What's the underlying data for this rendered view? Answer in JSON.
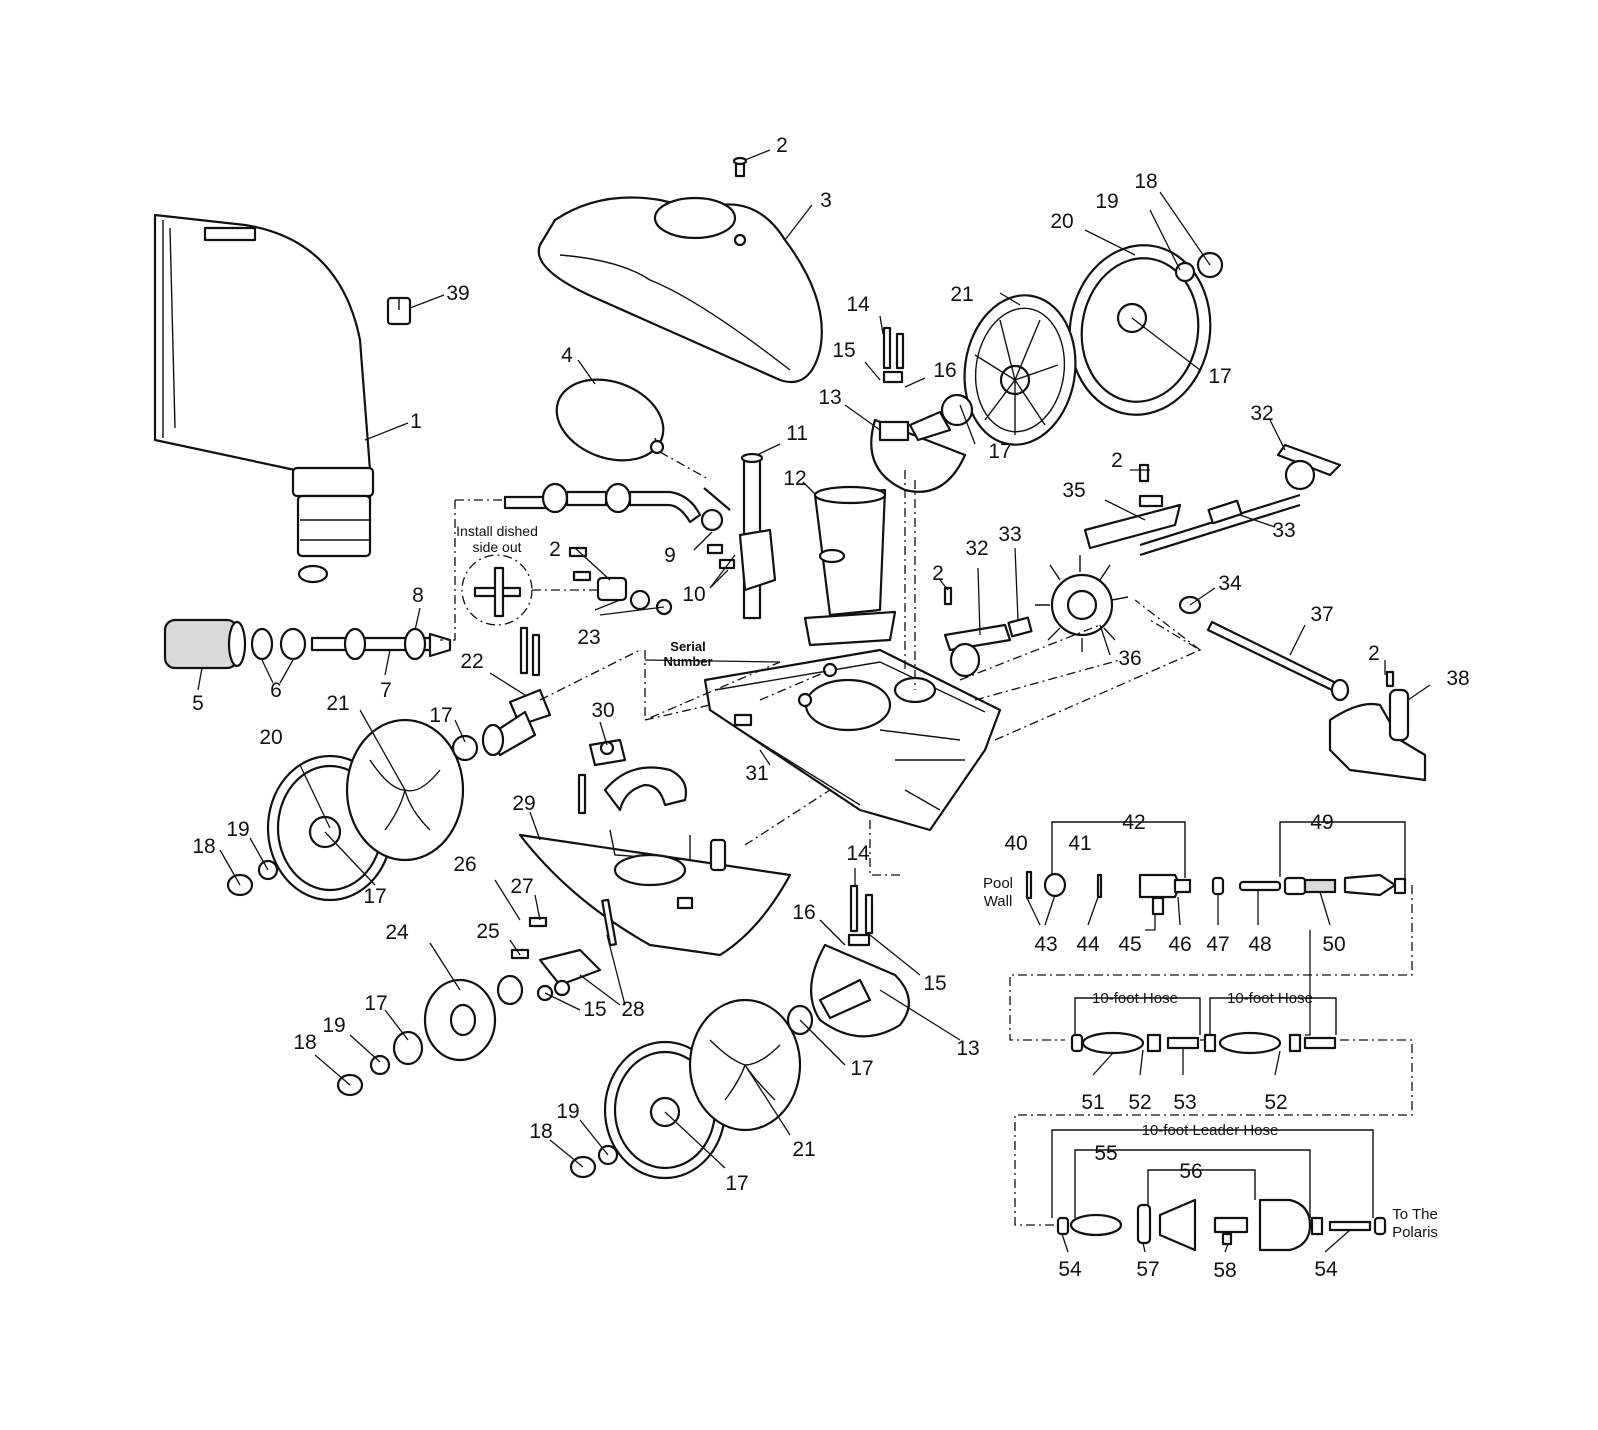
{
  "callouts": [
    {
      "id": "c1",
      "text": "1"
    },
    {
      "id": "c2a",
      "text": "2"
    },
    {
      "id": "c3",
      "text": "3"
    },
    {
      "id": "c4",
      "text": "4"
    },
    {
      "id": "c5",
      "text": "5"
    },
    {
      "id": "c6",
      "text": "6"
    },
    {
      "id": "c7",
      "text": "7"
    },
    {
      "id": "c8",
      "text": "8"
    },
    {
      "id": "c9",
      "text": "9"
    },
    {
      "id": "c10",
      "text": "10"
    },
    {
      "id": "c11",
      "text": "11"
    },
    {
      "id": "c12",
      "text": "12"
    },
    {
      "id": "c13a",
      "text": "13"
    },
    {
      "id": "c13b",
      "text": "13"
    },
    {
      "id": "c14a",
      "text": "14"
    },
    {
      "id": "c14b",
      "text": "14"
    },
    {
      "id": "c15a",
      "text": "15"
    },
    {
      "id": "c15b",
      "text": "15"
    },
    {
      "id": "c15c",
      "text": "15"
    },
    {
      "id": "c16a",
      "text": "16"
    },
    {
      "id": "c16b",
      "text": "16"
    },
    {
      "id": "c17a",
      "text": "17"
    },
    {
      "id": "c17b",
      "text": "17"
    },
    {
      "id": "c17c",
      "text": "17"
    },
    {
      "id": "c17d",
      "text": "17"
    },
    {
      "id": "c17e",
      "text": "17"
    },
    {
      "id": "c17f",
      "text": "17"
    },
    {
      "id": "c17g",
      "text": "17"
    },
    {
      "id": "c18a",
      "text": "18"
    },
    {
      "id": "c18b",
      "text": "18"
    },
    {
      "id": "c18c",
      "text": "18"
    },
    {
      "id": "c18d",
      "text": "18"
    },
    {
      "id": "c19a",
      "text": "19"
    },
    {
      "id": "c19b",
      "text": "19"
    },
    {
      "id": "c19c",
      "text": "19"
    },
    {
      "id": "c19d",
      "text": "19"
    },
    {
      "id": "c20a",
      "text": "20"
    },
    {
      "id": "c20b",
      "text": "20"
    },
    {
      "id": "c21a",
      "text": "21"
    },
    {
      "id": "c21b",
      "text": "21"
    },
    {
      "id": "c21c",
      "text": "21"
    },
    {
      "id": "c22",
      "text": "22"
    },
    {
      "id": "c23",
      "text": "23"
    },
    {
      "id": "c24",
      "text": "24"
    },
    {
      "id": "c25",
      "text": "25"
    },
    {
      "id": "c26",
      "text": "26"
    },
    {
      "id": "c27",
      "text": "27"
    },
    {
      "id": "c28",
      "text": "28"
    },
    {
      "id": "c29",
      "text": "29"
    },
    {
      "id": "c30",
      "text": "30"
    },
    {
      "id": "c31",
      "text": "31"
    },
    {
      "id": "c2b",
      "text": "2"
    },
    {
      "id": "c2c",
      "text": "2"
    },
    {
      "id": "c2d",
      "text": "2"
    },
    {
      "id": "c2e",
      "text": "2"
    },
    {
      "id": "c32a",
      "text": "32"
    },
    {
      "id": "c32b",
      "text": "32"
    },
    {
      "id": "c33a",
      "text": "33"
    },
    {
      "id": "c33b",
      "text": "33"
    },
    {
      "id": "c34",
      "text": "34"
    },
    {
      "id": "c35",
      "text": "35"
    },
    {
      "id": "c36",
      "text": "36"
    },
    {
      "id": "c37",
      "text": "37"
    },
    {
      "id": "c38",
      "text": "38"
    },
    {
      "id": "c39",
      "text": "39"
    },
    {
      "id": "c40",
      "text": "40"
    },
    {
      "id": "c41",
      "text": "41"
    },
    {
      "id": "c42",
      "text": "42"
    },
    {
      "id": "c43",
      "text": "43"
    },
    {
      "id": "c44",
      "text": "44"
    },
    {
      "id": "c45",
      "text": "45"
    },
    {
      "id": "c46",
      "text": "46"
    },
    {
      "id": "c47",
      "text": "47"
    },
    {
      "id": "c48",
      "text": "48"
    },
    {
      "id": "c49",
      "text": "49"
    },
    {
      "id": "c50",
      "text": "50"
    },
    {
      "id": "c51",
      "text": "51"
    },
    {
      "id": "c52a",
      "text": "52"
    },
    {
      "id": "c52b",
      "text": "52"
    },
    {
      "id": "c53",
      "text": "53"
    },
    {
      "id": "c54a",
      "text": "54"
    },
    {
      "id": "c54b",
      "text": "54"
    },
    {
      "id": "c55",
      "text": "55"
    },
    {
      "id": "c56",
      "text": "56"
    },
    {
      "id": "c57",
      "text": "57"
    },
    {
      "id": "c58",
      "text": "58"
    }
  ],
  "notes": {
    "install_line1": "Install dished",
    "install_line2": "side out",
    "serial_line1": "Serial",
    "serial_line2": "Number",
    "pool_line1": "Pool",
    "pool_line2": "Wall",
    "hose_a": "10-foot Hose",
    "hose_b": "10-foot Hose",
    "leader_hose": "10-foot Leader Hose",
    "to_line1": "To The",
    "to_line2": "Polaris"
  }
}
